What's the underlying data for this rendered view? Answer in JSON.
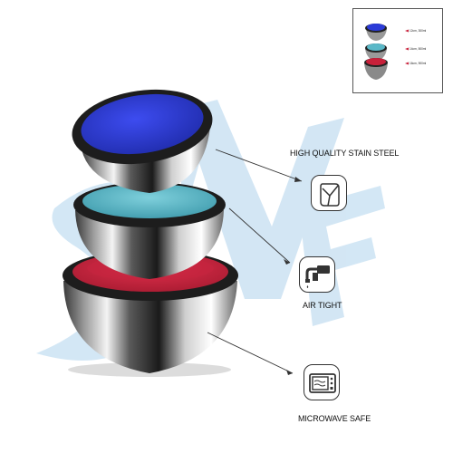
{
  "features": {
    "steel_label": "HIGH QUALITY STAIN STEEL",
    "airtight_label": "AIR TIGHT",
    "microwave_label": "MICROWAVE SAFE"
  },
  "inset": {
    "sizes": [
      "12cm, 300ml",
      "14cm, 500ml",
      "16cm, 900ml"
    ]
  },
  "icons": [
    "steel-shield-icon",
    "air-tight-tap-icon",
    "microwave-icon"
  ],
  "colors": {
    "lid_blue": "#2b3bd8",
    "lid_teal": "#5ab8c8",
    "lid_red": "#c8203a",
    "rim": "#222222",
    "watermark": "#9ec9e8"
  }
}
